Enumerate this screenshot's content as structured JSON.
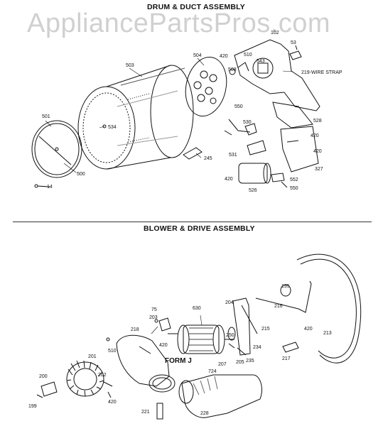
{
  "titles": {
    "top": "DRUM & DUCT ASSEMBLY",
    "bottom": "BLOWER & DRIVE ASSEMBLY"
  },
  "watermark": "AppliancePartsPros.com",
  "form_label": "FORM J",
  "labels": {
    "drum": [
      "503",
      "504",
      "501",
      "534",
      "500",
      "14",
      "245",
      "420",
      "510",
      "543",
      "102",
      "53",
      "508",
      "219-WIRE STRAP",
      "550",
      "530",
      "528",
      "420",
      "531",
      "420",
      "327",
      "420",
      "526",
      "552",
      "550"
    ],
    "blower": [
      "195",
      "216",
      "75",
      "630",
      "204",
      "203",
      "420",
      "218",
      "250",
      "215",
      "420",
      "213",
      "201",
      "510",
      "207",
      "205",
      "234",
      "235",
      "217",
      "200",
      "202",
      "724",
      "199",
      "420",
      "221",
      "228"
    ]
  }
}
